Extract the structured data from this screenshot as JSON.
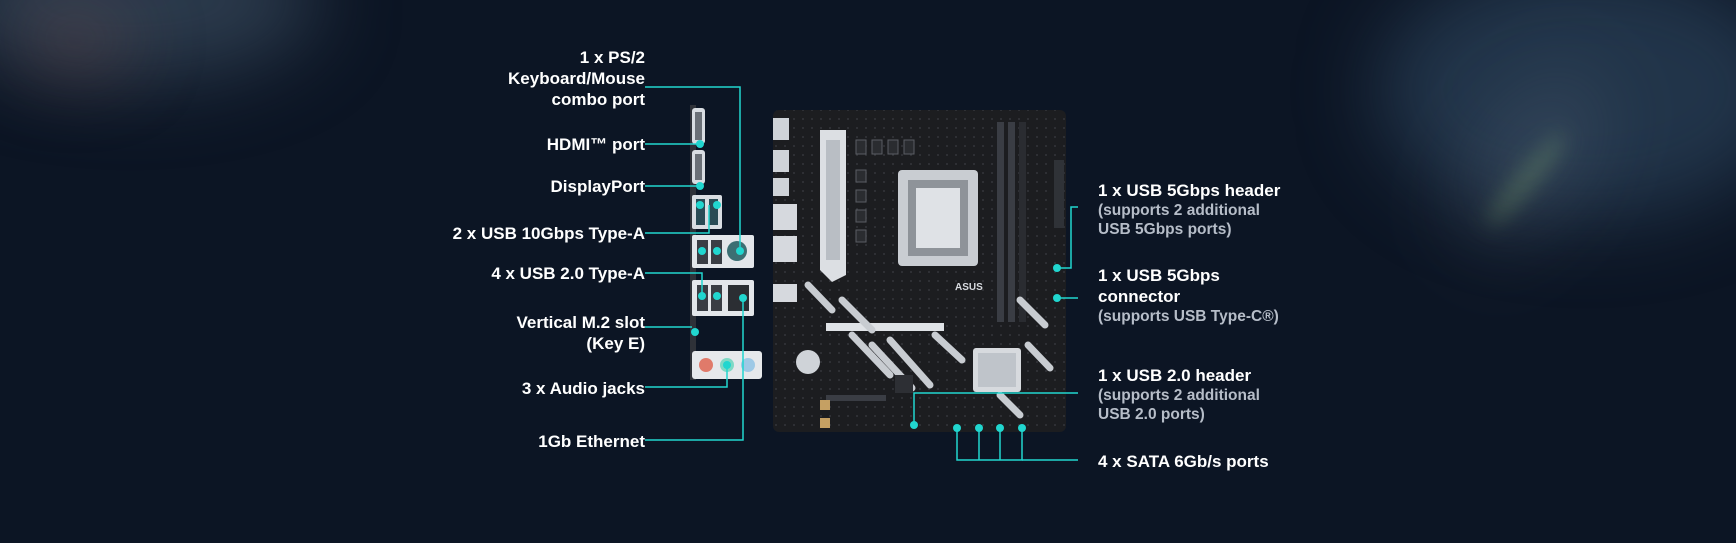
{
  "colors": {
    "background": "#0c1524",
    "accent": "#21d6cf",
    "label": "#ffffff",
    "sublabel": "#b6bdc8",
    "board": "#1c1d20"
  },
  "left_labels": [
    {
      "id": "ps2",
      "lines": [
        "1 x PS/2",
        "Keyboard/Mouse",
        "combo port"
      ]
    },
    {
      "id": "hdmi",
      "lines": [
        "HDMI™ port"
      ]
    },
    {
      "id": "displayport",
      "lines": [
        "DisplayPort"
      ]
    },
    {
      "id": "usb10",
      "lines": [
        "2 x USB 10Gbps Type-A"
      ]
    },
    {
      "id": "usb20",
      "lines": [
        "4 x USB 2.0 Type-A"
      ]
    },
    {
      "id": "m2",
      "lines": [
        "Vertical M.2 slot",
        "(Key E)"
      ]
    },
    {
      "id": "audio",
      "lines": [
        "3 x Audio jacks"
      ]
    },
    {
      "id": "ethernet",
      "lines": [
        "1Gb Ethernet"
      ]
    }
  ],
  "right_labels": [
    {
      "id": "usb5header",
      "title": "1 x USB 5Gbps header",
      "sub": [
        "(supports 2 additional",
        "USB 5Gbps ports)"
      ]
    },
    {
      "id": "usb5connector",
      "title_lines": [
        "1 x USB 5Gbps",
        "connector"
      ],
      "sub": [
        "(supports USB Type-C®)"
      ]
    },
    {
      "id": "usb2header",
      "title": "1 x USB 2.0 header",
      "sub": [
        "(supports 2 additional",
        "USB 2.0 ports)"
      ]
    },
    {
      "id": "sata",
      "title": "4 x SATA 6Gb/s ports"
    }
  ],
  "board": {
    "brand": "ASUS"
  }
}
